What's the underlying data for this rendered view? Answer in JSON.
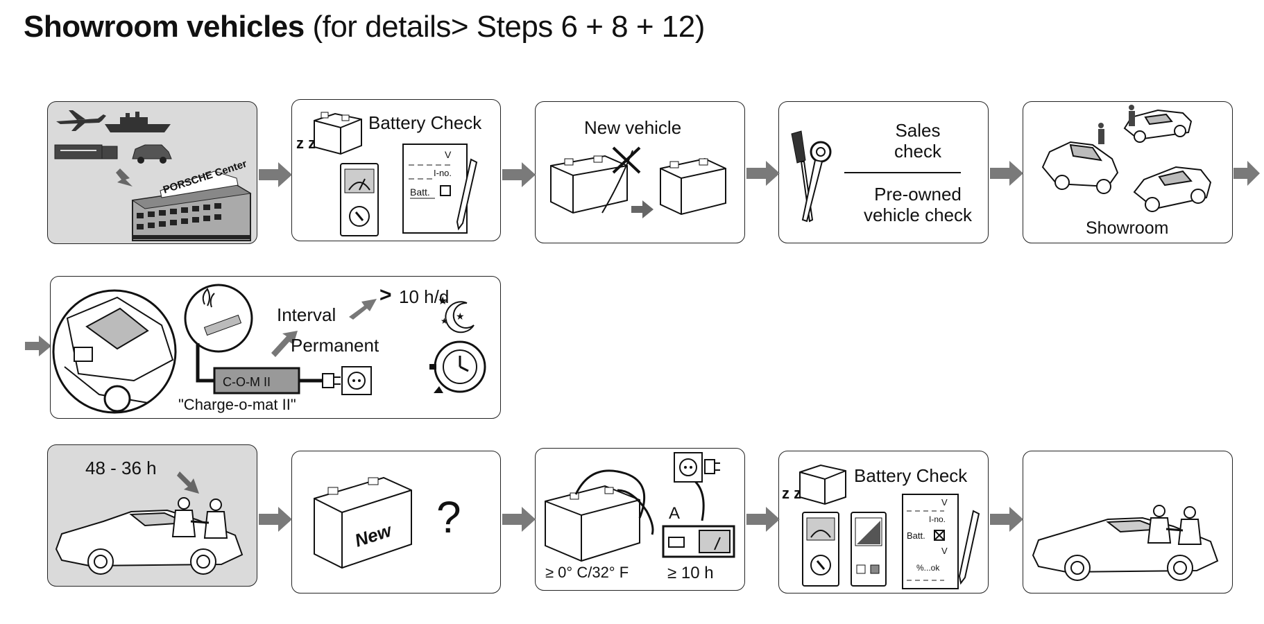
{
  "header": {
    "title_bold": "Showroom vehicles",
    "title_rest": " (for details> Steps 6 + 8 + 12)"
  },
  "row1": {
    "p2": {
      "label": "Battery Check",
      "form_v": "V",
      "form_ino": "I-no.",
      "form_batt": "Batt."
    },
    "p3": {
      "label": "New vehicle"
    },
    "p4": {
      "sales": "Sales",
      "check": "check",
      "preowned": "Pre-owned",
      "vehicle_check": "vehicle check"
    },
    "p5": {
      "label": "Showroom"
    },
    "p1": {
      "sign": "PORSCHE Center"
    }
  },
  "row2": {
    "interval": "Interval",
    "hours": "10 h/d",
    "permanent": "Permanent",
    "device": "C-O-M II",
    "device_name": "\"Charge-o-mat II\""
  },
  "row3": {
    "p1": {
      "label": "48 - 36 h"
    },
    "p2": {
      "new_label": "New",
      "question": "?"
    },
    "p3": {
      "temp": "≥ 0° C/32° F",
      "time": "≥ 10 h",
      "amp": "A"
    },
    "p4": {
      "label": "Battery Check",
      "form_v": "V",
      "form_ino": "I-no.",
      "form_batt": "Batt.",
      "form_v2": "V",
      "form_pct": "%...ok"
    }
  },
  "colors": {
    "border": "#222222",
    "grey_panel": "#dadada",
    "arrow": "#7a7a7a"
  }
}
